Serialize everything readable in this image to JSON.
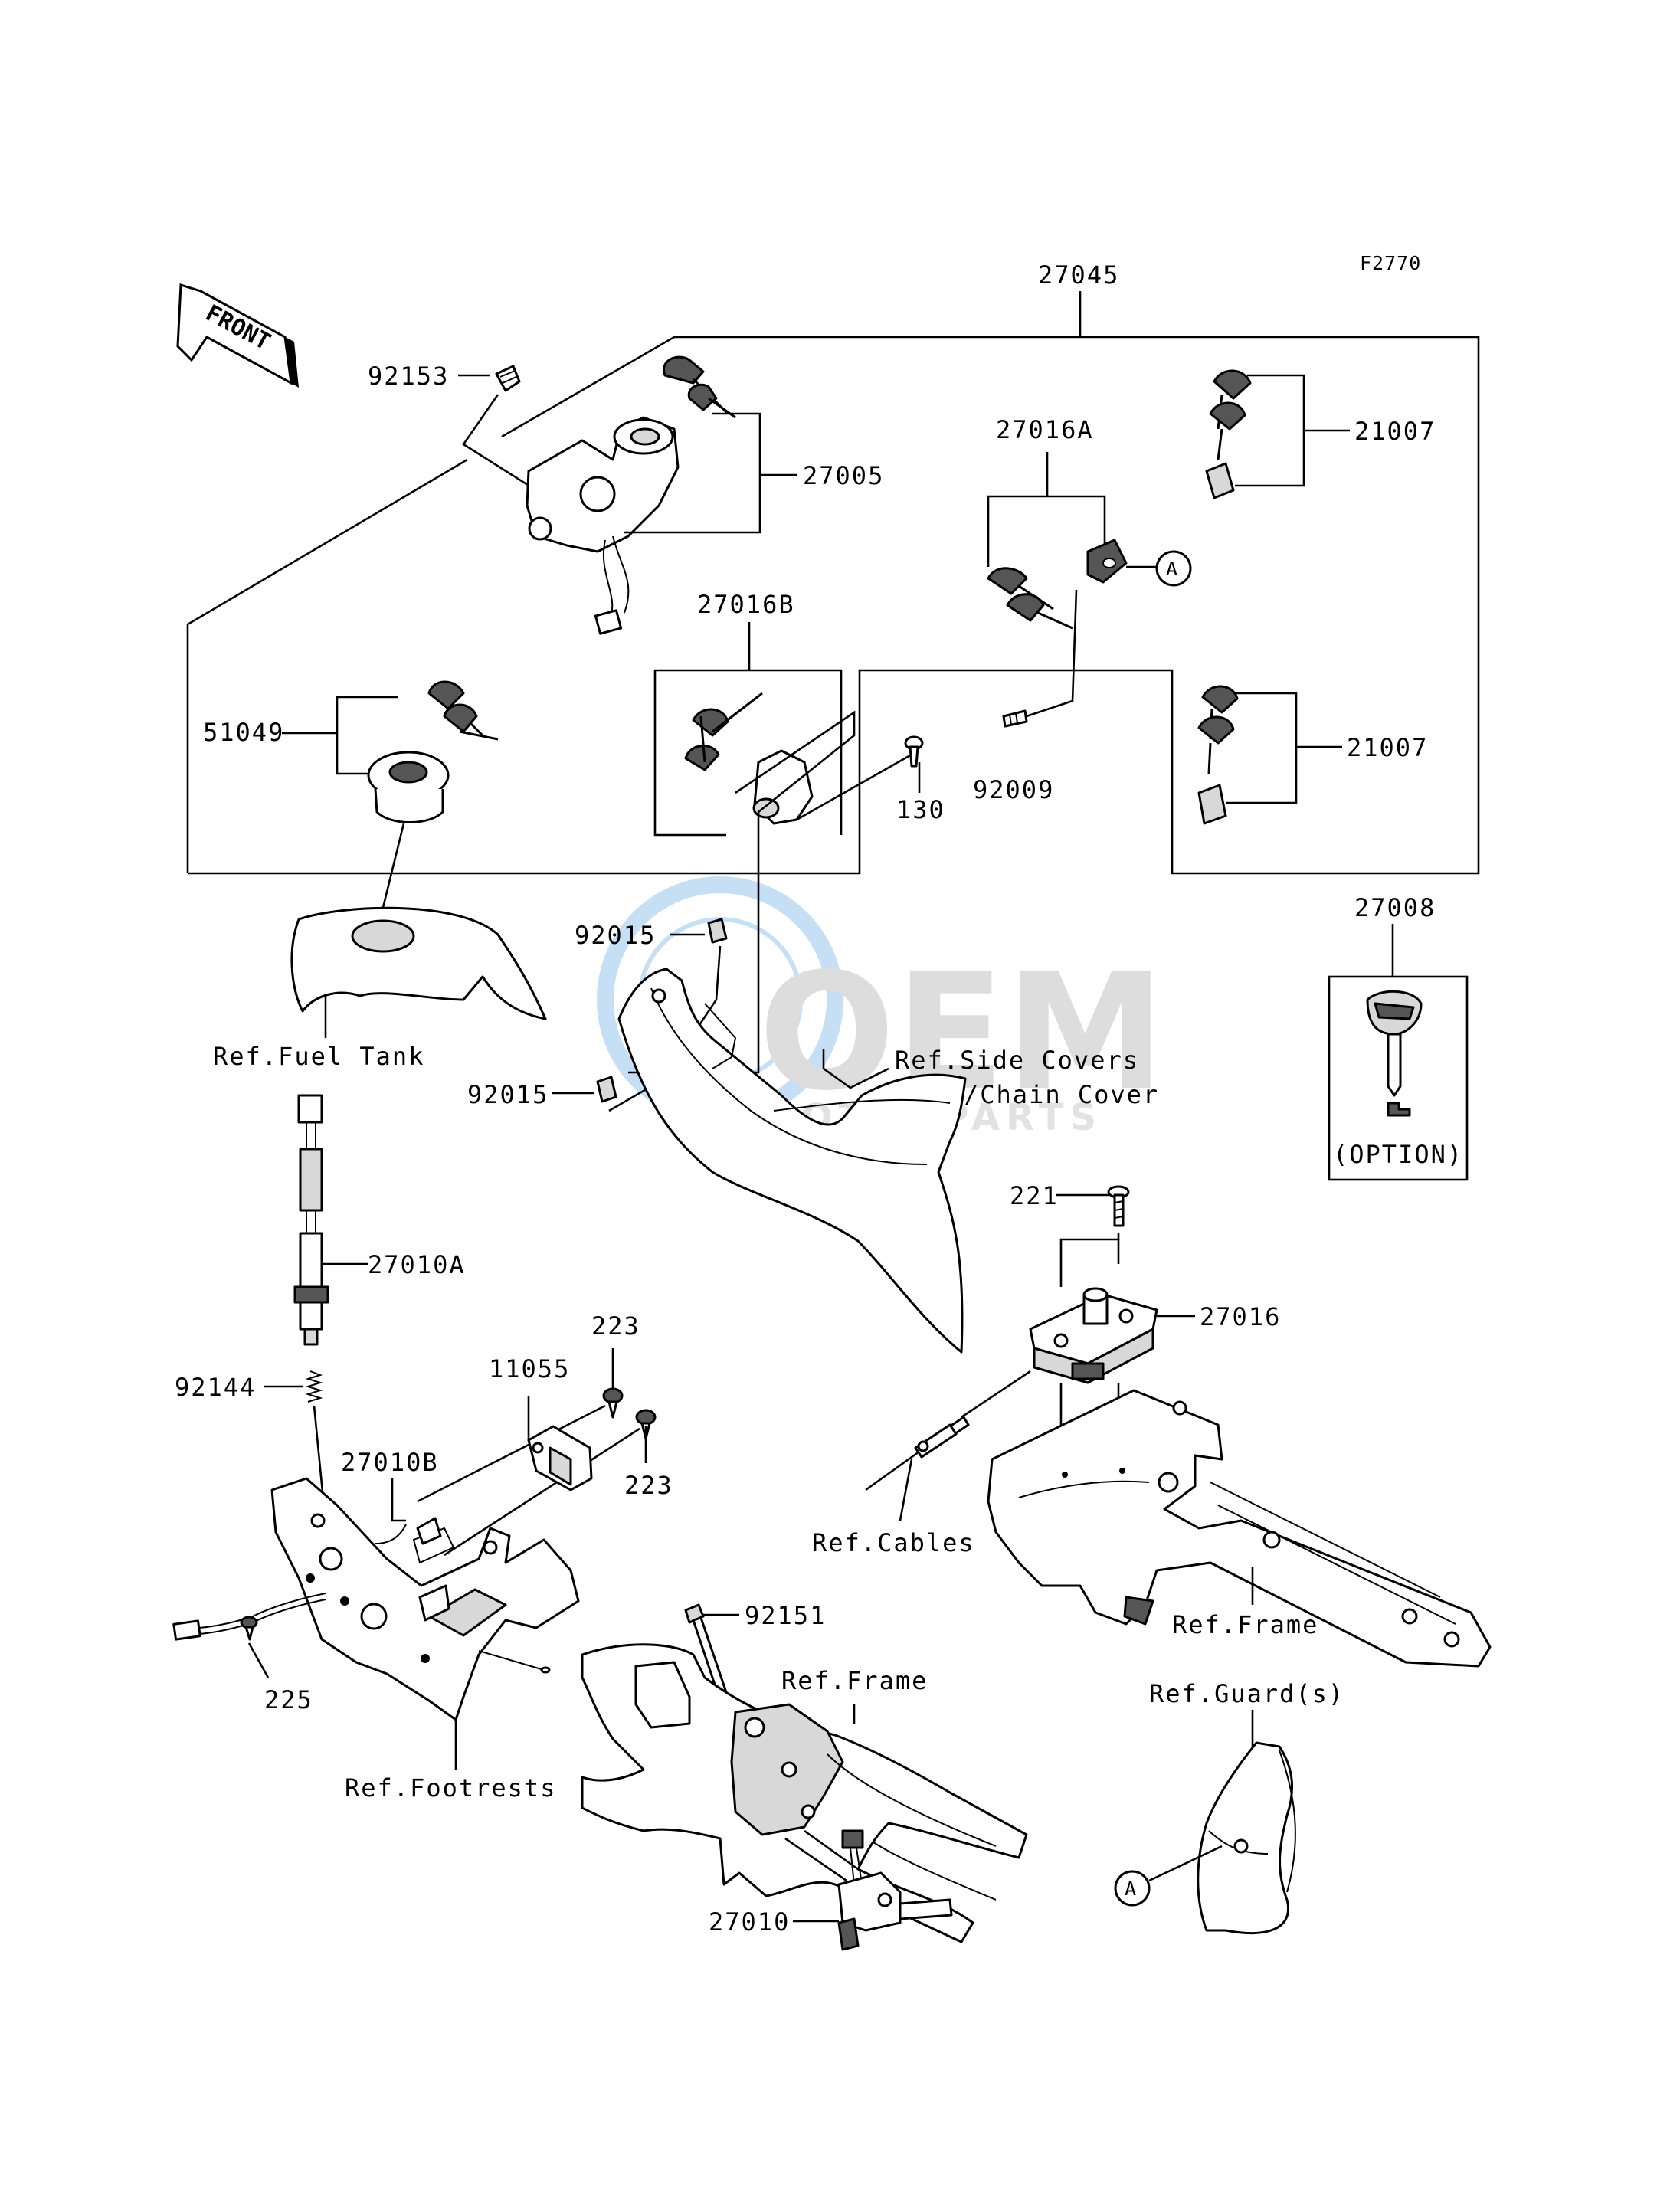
{
  "figure_code": "F2770",
  "front_label": "FRONT",
  "watermark": {
    "brand": "OEM",
    "sub": "MOTORPARTS"
  },
  "callout_a": "A",
  "parts": {
    "p27045": "27045",
    "p92153": "92153",
    "p27005": "27005",
    "p27016A": "27016A",
    "p21007_top": "21007",
    "p27016B": "27016B",
    "p51049": "51049",
    "p130": "130",
    "p92009": "92009",
    "p21007_mid": "21007",
    "p27008": "27008",
    "p92015_a": "92015",
    "p92015_b": "92015",
    "p221": "221",
    "p27016": "27016",
    "p27010A": "27010A",
    "p223_a": "223",
    "p11055": "11055",
    "p92144": "92144",
    "p223_b": "223",
    "p27010B": "27010B",
    "p225": "225",
    "p92151": "92151",
    "p27010": "27010"
  },
  "refs": {
    "fuel_tank": "Ref.Fuel Tank",
    "side_covers": "Ref.Side Covers",
    "chain_cover": "/Chain Cover",
    "cables": "Ref.Cables",
    "frame_right": "Ref.Frame",
    "frame_center": "Ref.Frame",
    "footrests": "Ref.Footrests",
    "guards": "Ref.Guard(s)"
  },
  "option_label": "(OPTION)"
}
